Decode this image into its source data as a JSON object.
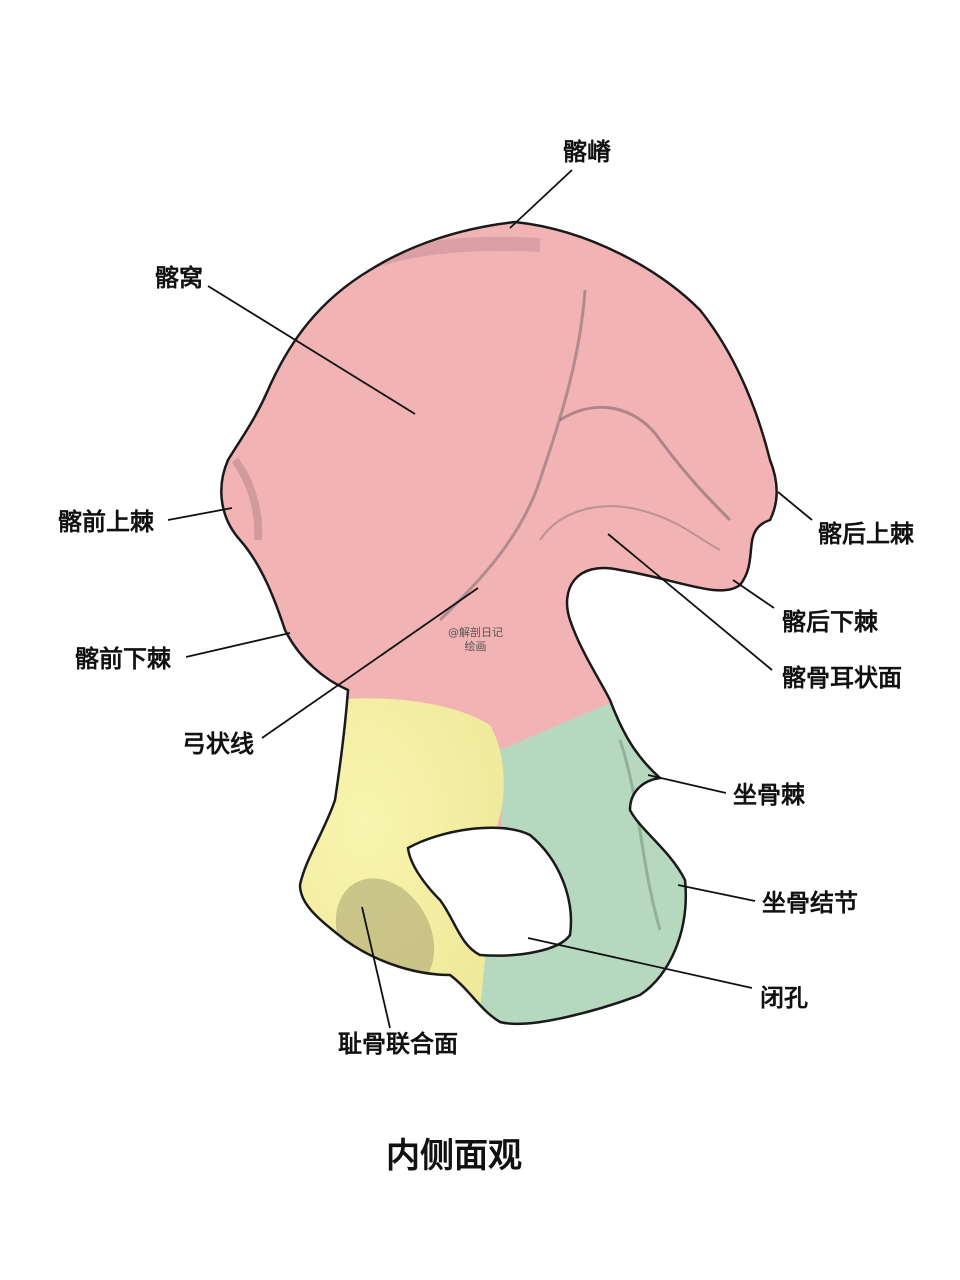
{
  "title": "内侧面观",
  "watermark": {
    "line1": "@解剖日记",
    "line2": "绘画"
  },
  "colors": {
    "ilium": "#f2b3b5",
    "pubis": "#f6f3a6",
    "ischium": "#b5d8bf",
    "outline": "#1a1a1a",
    "shading": "#8a6f72"
  },
  "labels": [
    {
      "id": "iliac-crest",
      "text": "髂嵴"
    },
    {
      "id": "iliac-fossa",
      "text": "髂窝"
    },
    {
      "id": "asis",
      "text": "髂前上棘"
    },
    {
      "id": "aiis",
      "text": "髂前下棘"
    },
    {
      "id": "arcuate-line",
      "text": "弓状线"
    },
    {
      "id": "psis",
      "text": "髂后上棘"
    },
    {
      "id": "piis",
      "text": "髂后下棘"
    },
    {
      "id": "auricular-surface",
      "text": "髂骨耳状面"
    },
    {
      "id": "ischial-spine",
      "text": "坐骨棘"
    },
    {
      "id": "ischial-tuberosity",
      "text": "坐骨结节"
    },
    {
      "id": "obturator-foramen",
      "text": "闭孔"
    },
    {
      "id": "pubic-symphysis-surface",
      "text": "耻骨联合面"
    }
  ]
}
